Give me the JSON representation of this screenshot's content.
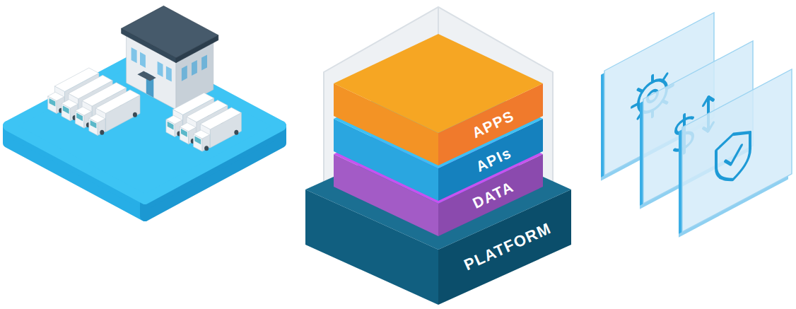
{
  "diagram": {
    "nodes": [
      {
        "text": [
          "APPS"
        ]
      },
      {
        "text": [
          "APIs"
        ]
      },
      {
        "text": [
          "DATA"
        ]
      },
      {
        "text": [
          "PLATFORM"
        ]
      }
    ]
  }
}
